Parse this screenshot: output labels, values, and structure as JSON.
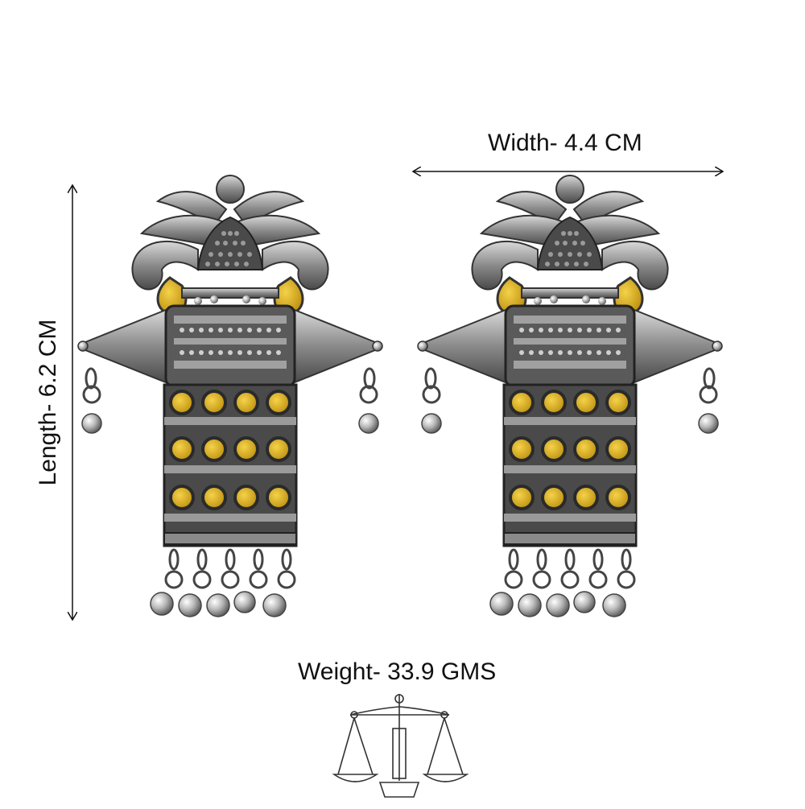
{
  "dimensions": {
    "width_label": "Width- 4.4 CM",
    "length_label": "Length- 6.2 CM",
    "weight_label": "Weight- 33.9 GMS"
  },
  "icons": {
    "earring": "earring-icon",
    "scale": "balance-scale-icon",
    "arrow": "double-arrow-icon"
  },
  "colors": {
    "background": "#ffffff",
    "text": "#111111",
    "silver": "#9a9a9a",
    "silver_dark": "#3c3c3c",
    "stone_yellow": "#e0b21c"
  }
}
